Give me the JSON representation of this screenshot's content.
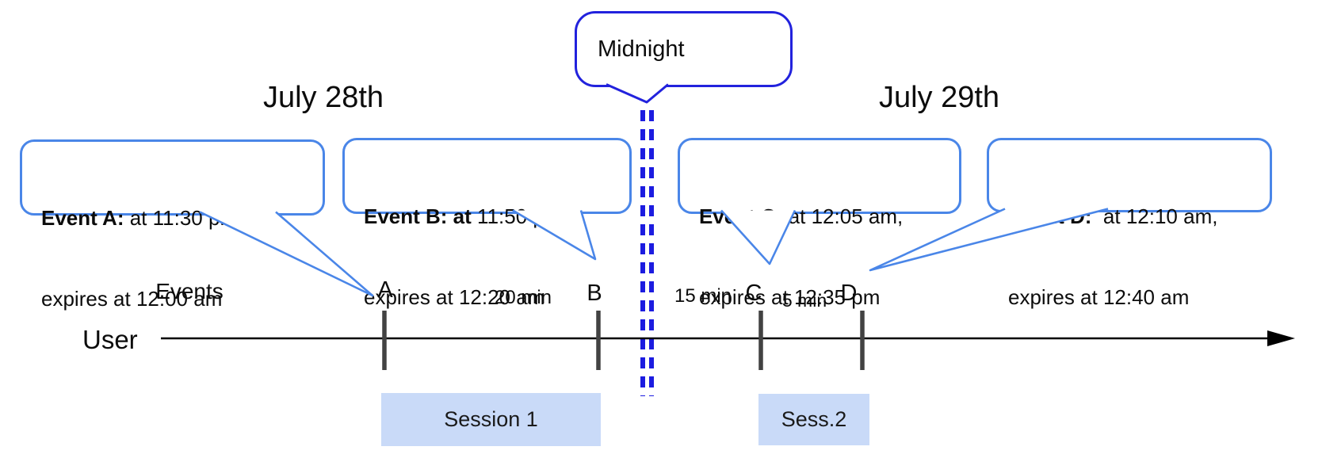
{
  "dates": {
    "left": "July 28th",
    "right": "July 29th"
  },
  "midnight": {
    "label": "Midnight"
  },
  "events": [
    {
      "name": "Event A",
      "bold": "Event A:",
      "rest": " at 11:30 pm,",
      "line2": "expires at 12:00 am"
    },
    {
      "name": "Event B",
      "bold": "Event B: at",
      "rest": " 11:50 pm,",
      "line2": "expires at 12:20 am"
    },
    {
      "name": "Event C",
      "bold": "Event C:",
      "rest": " at 12:05 am,",
      "line2": "expires at 12:35 pm"
    },
    {
      "name": "Event D",
      "bold": "Event D: ",
      "rest": " at 12:10 am,",
      "line2": "expires at 12:40 am"
    }
  ],
  "timeline": {
    "axis_label": "User",
    "events_label": "Events",
    "ticks": [
      {
        "label": "A"
      },
      {
        "label": "B"
      },
      {
        "label": "C"
      },
      {
        "label": "D"
      }
    ],
    "intervals": [
      {
        "label": "20 min"
      },
      {
        "label": "15 min"
      },
      {
        "label": "5 min"
      }
    ]
  },
  "sessions": [
    {
      "label": "Session 1"
    },
    {
      "label": "Sess.2"
    }
  ],
  "colors": {
    "callout_border": "#4a86e8",
    "midnight_border": "#2222dd",
    "dashed_line": "#1c1ce0",
    "session_fill": "#c9daf8",
    "tick": "#424242",
    "axis": "#000000"
  }
}
